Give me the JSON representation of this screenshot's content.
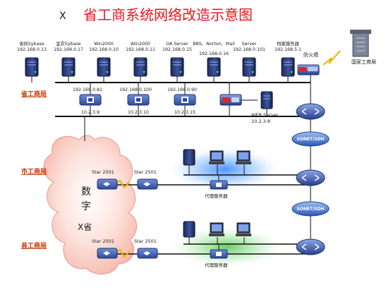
{
  "title": {
    "prefix": "X",
    "text": "省工商系统网络改造示意图"
  },
  "tiers": {
    "provincial": "省工商局",
    "municipal": "市工商局",
    "county": "县工商局"
  },
  "servers": [
    {
      "name": "省局Sybase",
      "ip": "192.168.0.13"
    },
    {
      "name": "金农Sybase",
      "ip": "192.168.0.17"
    },
    {
      "name": "Win2000",
      "ip": "192.168.0.10"
    },
    {
      "name": "Win2000",
      "ip": "192.168.0.11"
    },
    {
      "name": "OA Server",
      "ip": "192.168.0.15"
    },
    {
      "name": "BBS、Norton、Mail",
      "ip": "192.168.0.16"
    },
    {
      "name": "Server",
      "ip": "192.168.0.101"
    },
    {
      "name": "档案服务器",
      "ip": "192.168.5.1"
    }
  ],
  "firewall_label": "防火墙",
  "national_label": "国家工商局",
  "hubs": [
    {
      "ip_top": "192.168.0.81",
      "ip_bottom": "10.2.3.9"
    },
    {
      "ip_top": "192.168.0.100",
      "ip_bottom": "10.2.3.10"
    },
    {
      "ip_top": "192.168.0.90",
      "ip_bottom": "10.2.3.15"
    }
  ],
  "web_server": {
    "name": "WEB Server",
    "ip": "10.2.3.8"
  },
  "cloud": {
    "line1": "数",
    "line2": "字",
    "line3": "X省"
  },
  "switch_label": "Star 2501",
  "proxy_label": "代理服务器",
  "ring_label": "SONET/SDH"
}
